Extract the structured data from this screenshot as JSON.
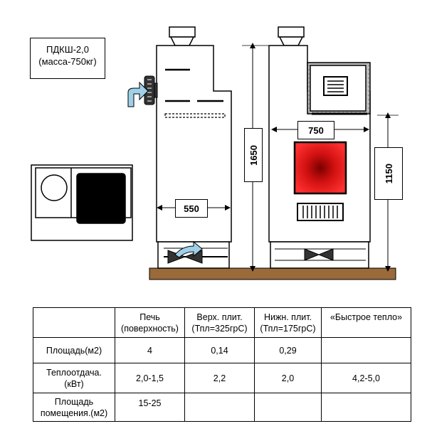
{
  "model": {
    "name": "ПДКШ-2,0",
    "mass": "(масса-750кг)"
  },
  "dimensions": {
    "depth": "550",
    "height": "1650",
    "width": "750",
    "hob_height": "1150"
  },
  "colors": {
    "firebox": "#e02020",
    "floor": "#9a6a3a",
    "stone": "#b9b9b9"
  },
  "table": {
    "headers": [
      "",
      "Печь (поверхность)",
      "Верх. плит. (Тпл=325грС)",
      "Нижн. плит. (Тпл=175грС)",
      "«Быстрое тепло»"
    ],
    "header_lines": [
      [
        "",
        ""
      ],
      [
        "Печь",
        "(поверхность)"
      ],
      [
        "Верх. плит.",
        "(Тпл=325грС)"
      ],
      [
        "Нижн. плит.",
        "(Тпл=175грС)"
      ],
      [
        "«Быстрое тепло»",
        ""
      ]
    ],
    "rows": [
      {
        "label": "Площадь(м2)",
        "label_lines": [
          "Площадь(м2)",
          ""
        ],
        "cells": [
          "4",
          "0,14",
          "0,29",
          ""
        ]
      },
      {
        "label": "Теплоотдача. (кВт)",
        "label_lines": [
          "Теплоотдача.",
          "(кВт)"
        ],
        "cells": [
          "2,0-1,5",
          "2,2",
          "2,0",
          "4,2-5,0"
        ]
      },
      {
        "label": "Площадь помещения.(м2)",
        "label_lines": [
          "Площадь",
          "помещения.(м2)"
        ],
        "cells": [
          "15-25",
          "",
          "",
          ""
        ]
      }
    ]
  }
}
